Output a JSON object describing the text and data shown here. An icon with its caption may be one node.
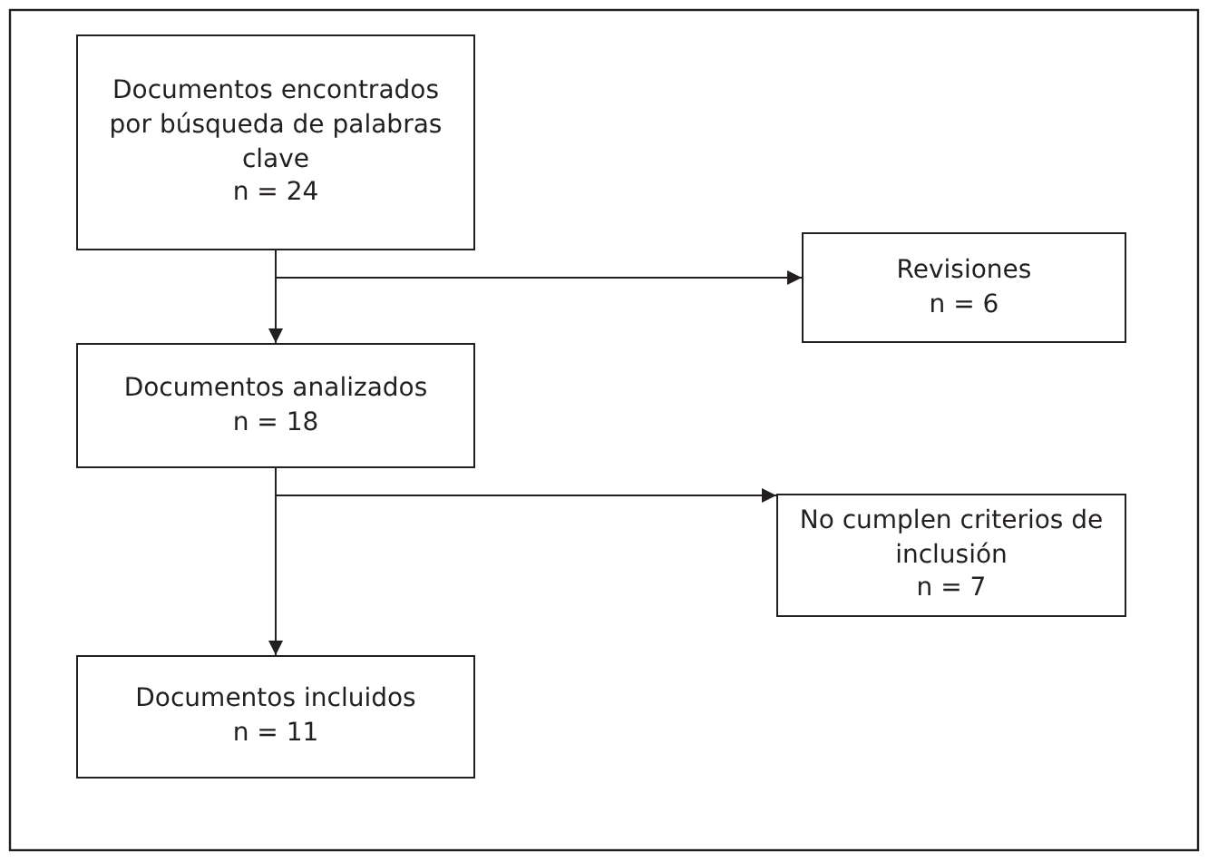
{
  "diagram": {
    "nodes": [
      {
        "text": [
          "Documentos encontrados por búsqueda de palabras clave",
          "n = 24"
        ]
      },
      {
        "text": [
          "Revisiones",
          "n = 6"
        ]
      },
      {
        "text": [
          "Documentos analizados",
          "n = 18"
        ]
      },
      {
        "text": [
          "No cumplen criterios de inclusión",
          "n = 7"
        ]
      },
      {
        "text": [
          "Documentos incluidos",
          "n = 11"
        ]
      }
    ],
    "edges": [
      {
        "from": 0,
        "to": 2,
        "arrow": "to"
      },
      {
        "from": 0,
        "to": 1,
        "arrow": "to"
      },
      {
        "from": 2,
        "to": 4,
        "arrow": "to"
      },
      {
        "from": 2,
        "to": 3,
        "arrow": "to"
      }
    ]
  }
}
